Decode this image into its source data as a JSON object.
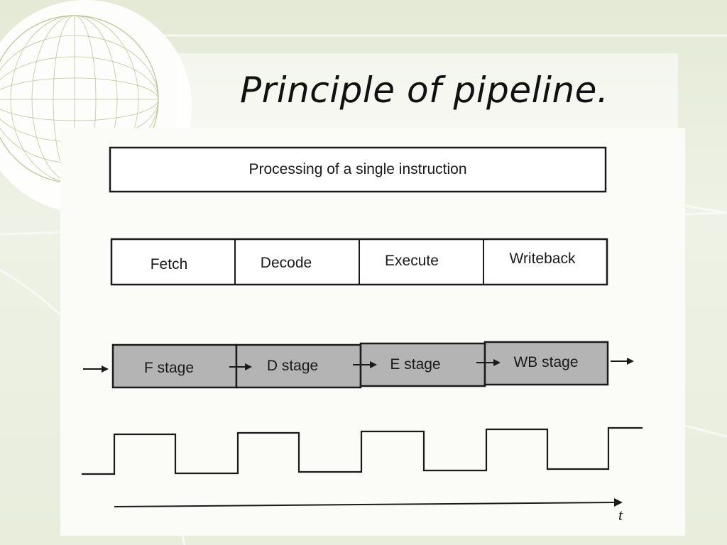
{
  "slide": {
    "title": "Principle of pipeline."
  },
  "diagram": {
    "single_instruction_label": "Processing of a single instruction",
    "phases": [
      "Fetch",
      "Decode",
      "Execute",
      "Writeback"
    ],
    "stages": [
      "F stage",
      "D stage",
      "E stage",
      "WB stage"
    ],
    "time_label": "t",
    "clock_cycles": 4,
    "colors": {
      "stage_fill": "#b4b4b4",
      "line": "#1a1a1a",
      "background": "#fbfbf8"
    }
  }
}
